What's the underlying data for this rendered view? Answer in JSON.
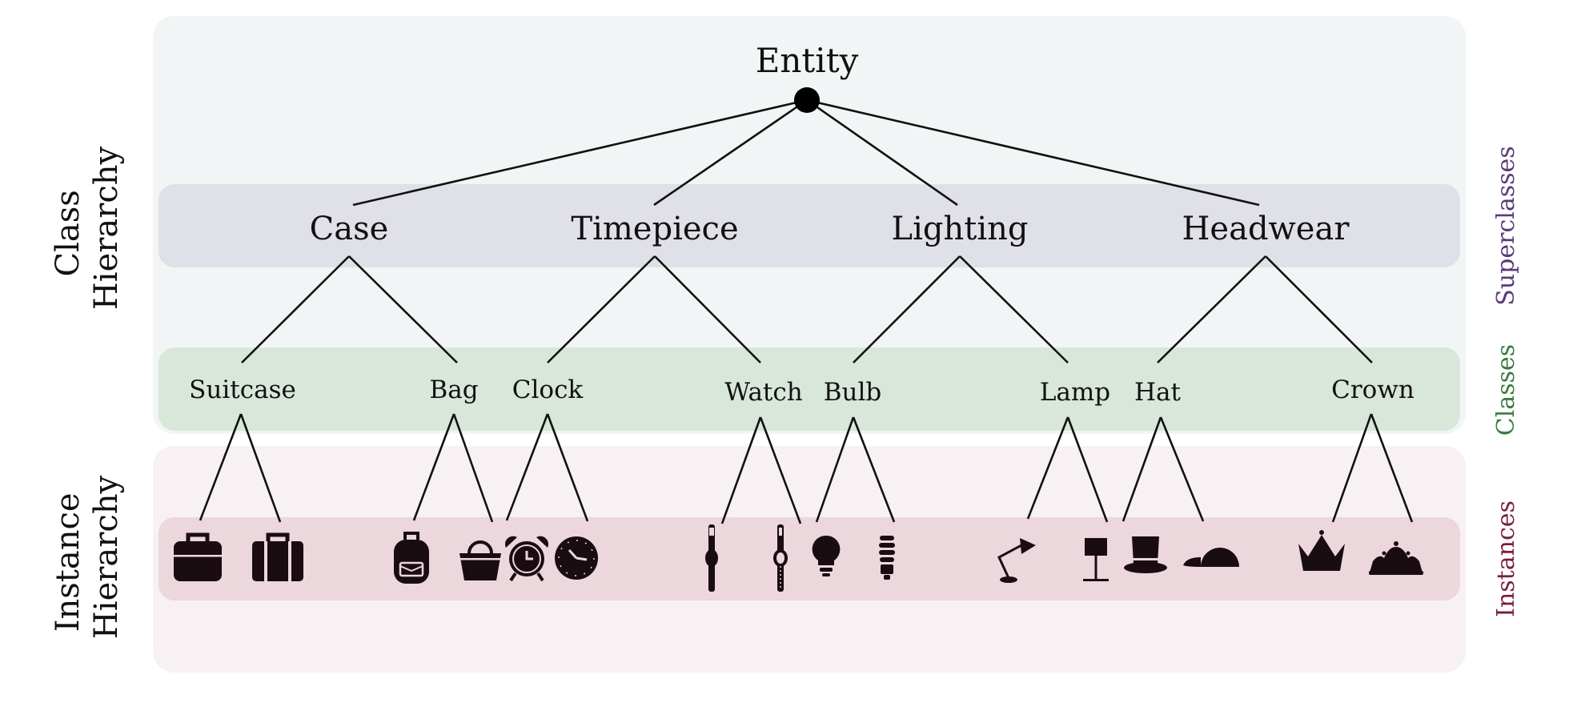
{
  "colors": {
    "class_region": "#f1f5f5",
    "instance_region": "#f7f1f3",
    "superclass_band": "#e0e0e8",
    "class_band": "#d8e7da",
    "instance_band": "#ecd7dc",
    "superclasses_text": "#5b3a7a",
    "classes_text": "#3a7a3e",
    "instances_text": "#7a1f3d",
    "ink": "#111111"
  },
  "labels": {
    "class_hierarchy_line1": "Class",
    "class_hierarchy_line2": "Hierarchy",
    "instance_hierarchy_line1": "Instance",
    "instance_hierarchy_line2": "Hierarchy",
    "superclasses": "Superclasses",
    "classes": "Classes",
    "instances": "Instances"
  },
  "root": {
    "label": "Entity"
  },
  "superclasses": [
    {
      "label": "Case",
      "classes": [
        "Suitcase",
        "Bag"
      ]
    },
    {
      "label": "Timepiece",
      "classes": [
        "Clock",
        "Watch"
      ]
    },
    {
      "label": "Lighting",
      "classes": [
        "Bulb",
        "Lamp"
      ]
    },
    {
      "label": "Headwear",
      "classes": [
        "Hat",
        "Crown"
      ]
    }
  ],
  "classes": [
    {
      "label": "Suitcase",
      "instances": [
        "briefcase-icon",
        "suitcase-icon"
      ]
    },
    {
      "label": "Bag",
      "instances": [
        "backpack-icon",
        "handbag-icon"
      ]
    },
    {
      "label": "Clock",
      "instances": [
        "alarm-clock-icon",
        "wall-clock-icon"
      ]
    },
    {
      "label": "Watch",
      "instances": [
        "wristwatch-icon",
        "wristwatch-alt-icon"
      ]
    },
    {
      "label": "Bulb",
      "instances": [
        "light-bulb-icon",
        "cfl-bulb-icon"
      ]
    },
    {
      "label": "Lamp",
      "instances": [
        "desk-lamp-icon",
        "floor-lamp-icon"
      ]
    },
    {
      "label": "Hat",
      "instances": [
        "top-hat-icon",
        "cap-icon"
      ]
    },
    {
      "label": "Crown",
      "instances": [
        "crown-icon",
        "tiara-icon"
      ]
    }
  ]
}
